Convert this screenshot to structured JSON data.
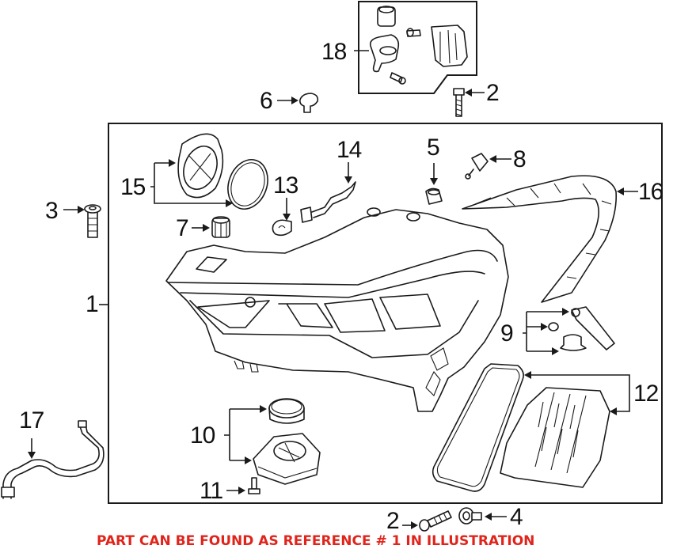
{
  "diagram": {
    "title": "Headlight assembly exploded view",
    "callouts": [
      {
        "id": "1",
        "ref": "headlight-assembly"
      },
      {
        "id": "2",
        "ref": "bolt-top"
      },
      {
        "id": "2",
        "ref": "bolt-bottom"
      },
      {
        "id": "3",
        "ref": "screw"
      },
      {
        "id": "4",
        "ref": "grommet-bottom"
      },
      {
        "id": "5",
        "ref": "nut-clip"
      },
      {
        "id": "6",
        "ref": "grommet-top"
      },
      {
        "id": "7",
        "ref": "socket"
      },
      {
        "id": "8",
        "ref": "adjuster"
      },
      {
        "id": "9",
        "ref": "repair-kit"
      },
      {
        "id": "10",
        "ref": "control-module-and-seal"
      },
      {
        "id": "11",
        "ref": "module-screw"
      },
      {
        "id": "12",
        "ref": "led-module-and-gasket"
      },
      {
        "id": "13",
        "ref": "bulb"
      },
      {
        "id": "14",
        "ref": "wiring-harness"
      },
      {
        "id": "15",
        "ref": "cover-and-seal"
      },
      {
        "id": "16",
        "ref": "trim-seal"
      },
      {
        "id": "17",
        "ref": "vent-hose"
      },
      {
        "id": "18",
        "ref": "bracket-repair-kit"
      }
    ],
    "labels": {
      "l1": "1",
      "l2a": "2",
      "l2b": "2",
      "l3": "3",
      "l4": "4",
      "l5": "5",
      "l6": "6",
      "l7": "7",
      "l8": "8",
      "l9": "9",
      "l10": "10",
      "l11": "11",
      "l12": "12",
      "l13": "13",
      "l14": "14",
      "l15": "15",
      "l16": "16",
      "l17": "17",
      "l18": "18"
    },
    "caption": "PART CAN BE FOUND AS REFERENCE # 1 IN ILLUSTRATION",
    "caption_color": "#e0241b",
    "line_color": "#1a1a1a"
  }
}
